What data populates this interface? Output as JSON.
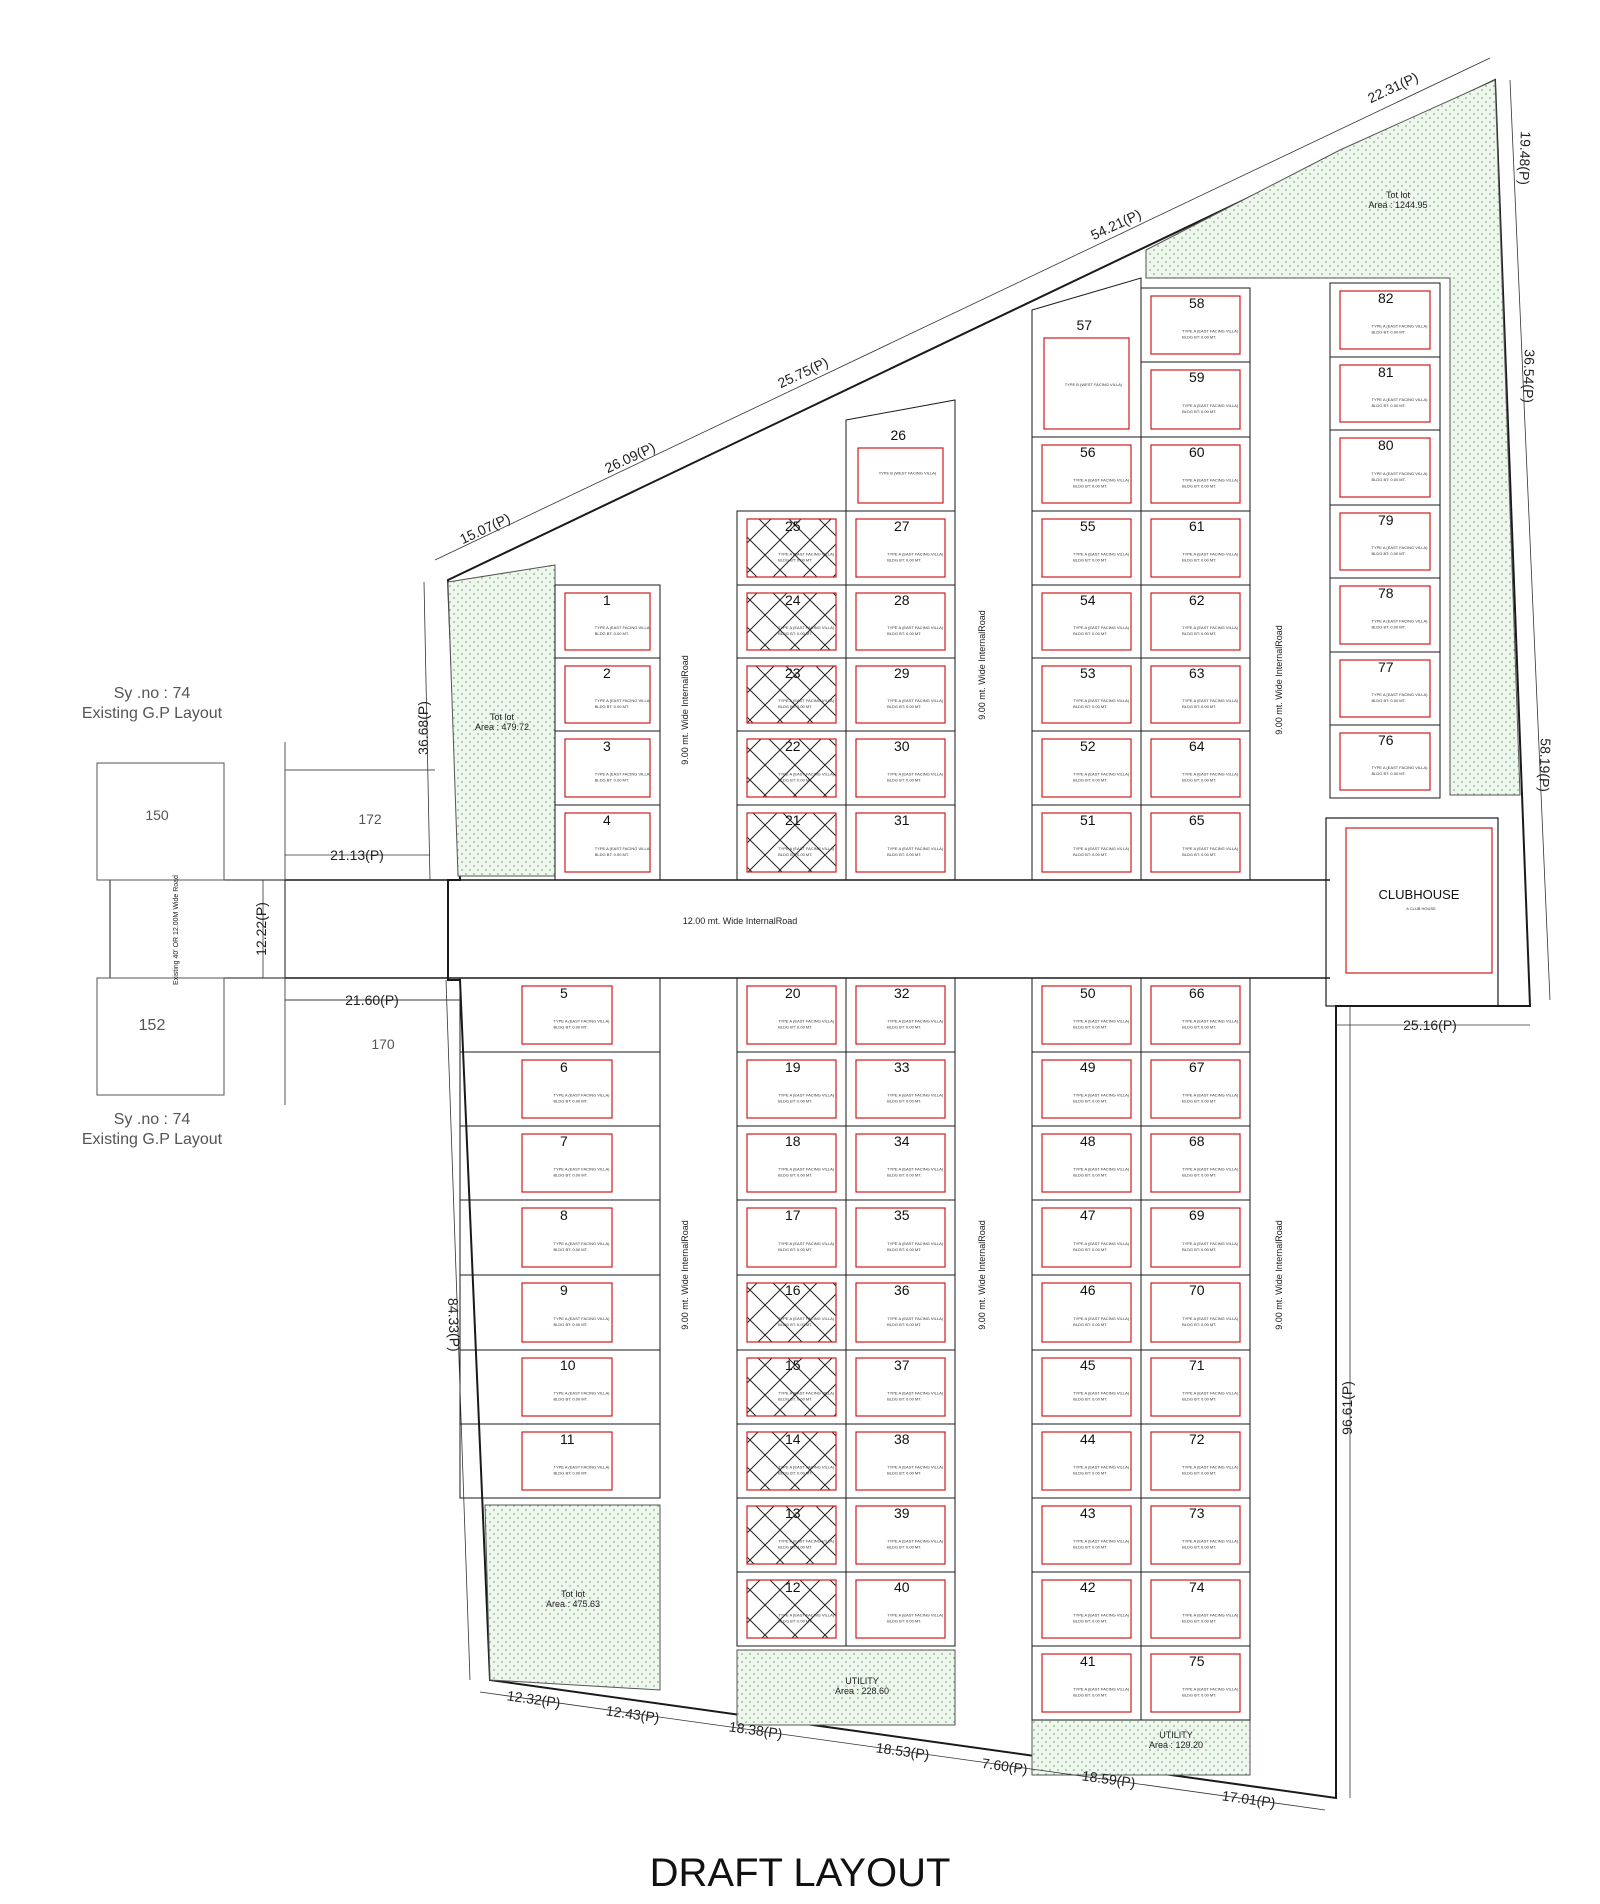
{
  "title": "DRAFT LAYOUT",
  "colors": {
    "outline": "#1a1a1a",
    "building": "#d11a1a",
    "open_space": "#e6f2e6",
    "open_dots": "#7db87d"
  },
  "roads": {
    "main": "12.00 mt. Wide InternalRoad",
    "internal": "9.00 mt. Wide InternalRoad",
    "existing": "Existing 40' OR 12.00M Wide Road"
  },
  "neighbors": {
    "survey_label": "Sy .no : 74",
    "survey_sub": "Existing G.P Layout",
    "plots": [
      "150",
      "172",
      "152",
      "170"
    ]
  },
  "open_spaces": {
    "totlot_label": "Tot lot",
    "totlot_top_area": "Area : 1244.95",
    "totlot_left_area": "Area : 479.72",
    "totlot_bottom_area": "Area : 475.63",
    "utility_label": "UTILITY",
    "utility_1_area": "Area : 228.60",
    "utility_2_area": "Area : 129.20"
  },
  "clubhouse": {
    "label": "CLUBHOUSE",
    "note": "A CLUB HOUSE"
  },
  "plot_notes": {
    "east": "TYPE A (EAST FACING VILLA)",
    "west": "TYPE B (WEST FACING VILLA)",
    "bua": "BLDG BT: 0.00 MT."
  },
  "dimensions": {
    "north1": "22.31(P)",
    "north2": "54.21(P)",
    "north3": "25.75(P)",
    "north4": "26.09(P)",
    "north5": "15.07(P)",
    "east1": "19.48(P)",
    "east2": "36.54(P)",
    "east3": "58.19(P)",
    "east4": "96.61(P)",
    "club": "25.16(P)",
    "west_upper": "36.68(P)",
    "west_lower": "84.33(P)",
    "gap1": "21.13(P)",
    "gap2": "12.22(P)",
    "gap3": "21.60(P)",
    "south1": "12.32(P)",
    "south2": "12.43(P)",
    "south3": "18.38(P)",
    "south4": "18.53(P)",
    "south5": "7.60(P)",
    "south6": "18.59(P)",
    "south7": "17.01(P)"
  },
  "plots": [
    {
      "n": "1"
    },
    {
      "n": "2"
    },
    {
      "n": "3"
    },
    {
      "n": "4"
    },
    {
      "n": "5"
    },
    {
      "n": "6"
    },
    {
      "n": "7"
    },
    {
      "n": "8"
    },
    {
      "n": "9"
    },
    {
      "n": "10"
    },
    {
      "n": "11"
    },
    {
      "n": "12",
      "hatched": true
    },
    {
      "n": "13",
      "hatched": true
    },
    {
      "n": "14",
      "hatched": true
    },
    {
      "n": "15",
      "hatched": true
    },
    {
      "n": "16",
      "hatched": true
    },
    {
      "n": "17"
    },
    {
      "n": "18"
    },
    {
      "n": "19"
    },
    {
      "n": "20"
    },
    {
      "n": "21",
      "hatched": true
    },
    {
      "n": "22",
      "hatched": true
    },
    {
      "n": "23",
      "hatched": true
    },
    {
      "n": "24",
      "hatched": true
    },
    {
      "n": "25",
      "hatched": true
    },
    {
      "n": "26"
    },
    {
      "n": "27"
    },
    {
      "n": "28"
    },
    {
      "n": "29"
    },
    {
      "n": "30"
    },
    {
      "n": "31"
    },
    {
      "n": "32"
    },
    {
      "n": "33"
    },
    {
      "n": "34"
    },
    {
      "n": "35"
    },
    {
      "n": "36"
    },
    {
      "n": "37"
    },
    {
      "n": "38"
    },
    {
      "n": "39"
    },
    {
      "n": "40"
    },
    {
      "n": "41"
    },
    {
      "n": "42"
    },
    {
      "n": "43"
    },
    {
      "n": "44"
    },
    {
      "n": "45"
    },
    {
      "n": "46"
    },
    {
      "n": "47"
    },
    {
      "n": "48"
    },
    {
      "n": "49"
    },
    {
      "n": "50"
    },
    {
      "n": "51"
    },
    {
      "n": "52"
    },
    {
      "n": "53"
    },
    {
      "n": "54"
    },
    {
      "n": "55"
    },
    {
      "n": "56"
    },
    {
      "n": "57"
    },
    {
      "n": "58"
    },
    {
      "n": "59"
    },
    {
      "n": "60"
    },
    {
      "n": "61"
    },
    {
      "n": "62"
    },
    {
      "n": "63"
    },
    {
      "n": "64"
    },
    {
      "n": "65"
    },
    {
      "n": "66"
    },
    {
      "n": "67"
    },
    {
      "n": "68"
    },
    {
      "n": "69"
    },
    {
      "n": "70"
    },
    {
      "n": "71"
    },
    {
      "n": "72"
    },
    {
      "n": "73"
    },
    {
      "n": "74"
    },
    {
      "n": "75"
    },
    {
      "n": "76"
    },
    {
      "n": "77"
    },
    {
      "n": "78"
    },
    {
      "n": "79"
    },
    {
      "n": "80"
    },
    {
      "n": "81"
    },
    {
      "n": "82"
    }
  ]
}
